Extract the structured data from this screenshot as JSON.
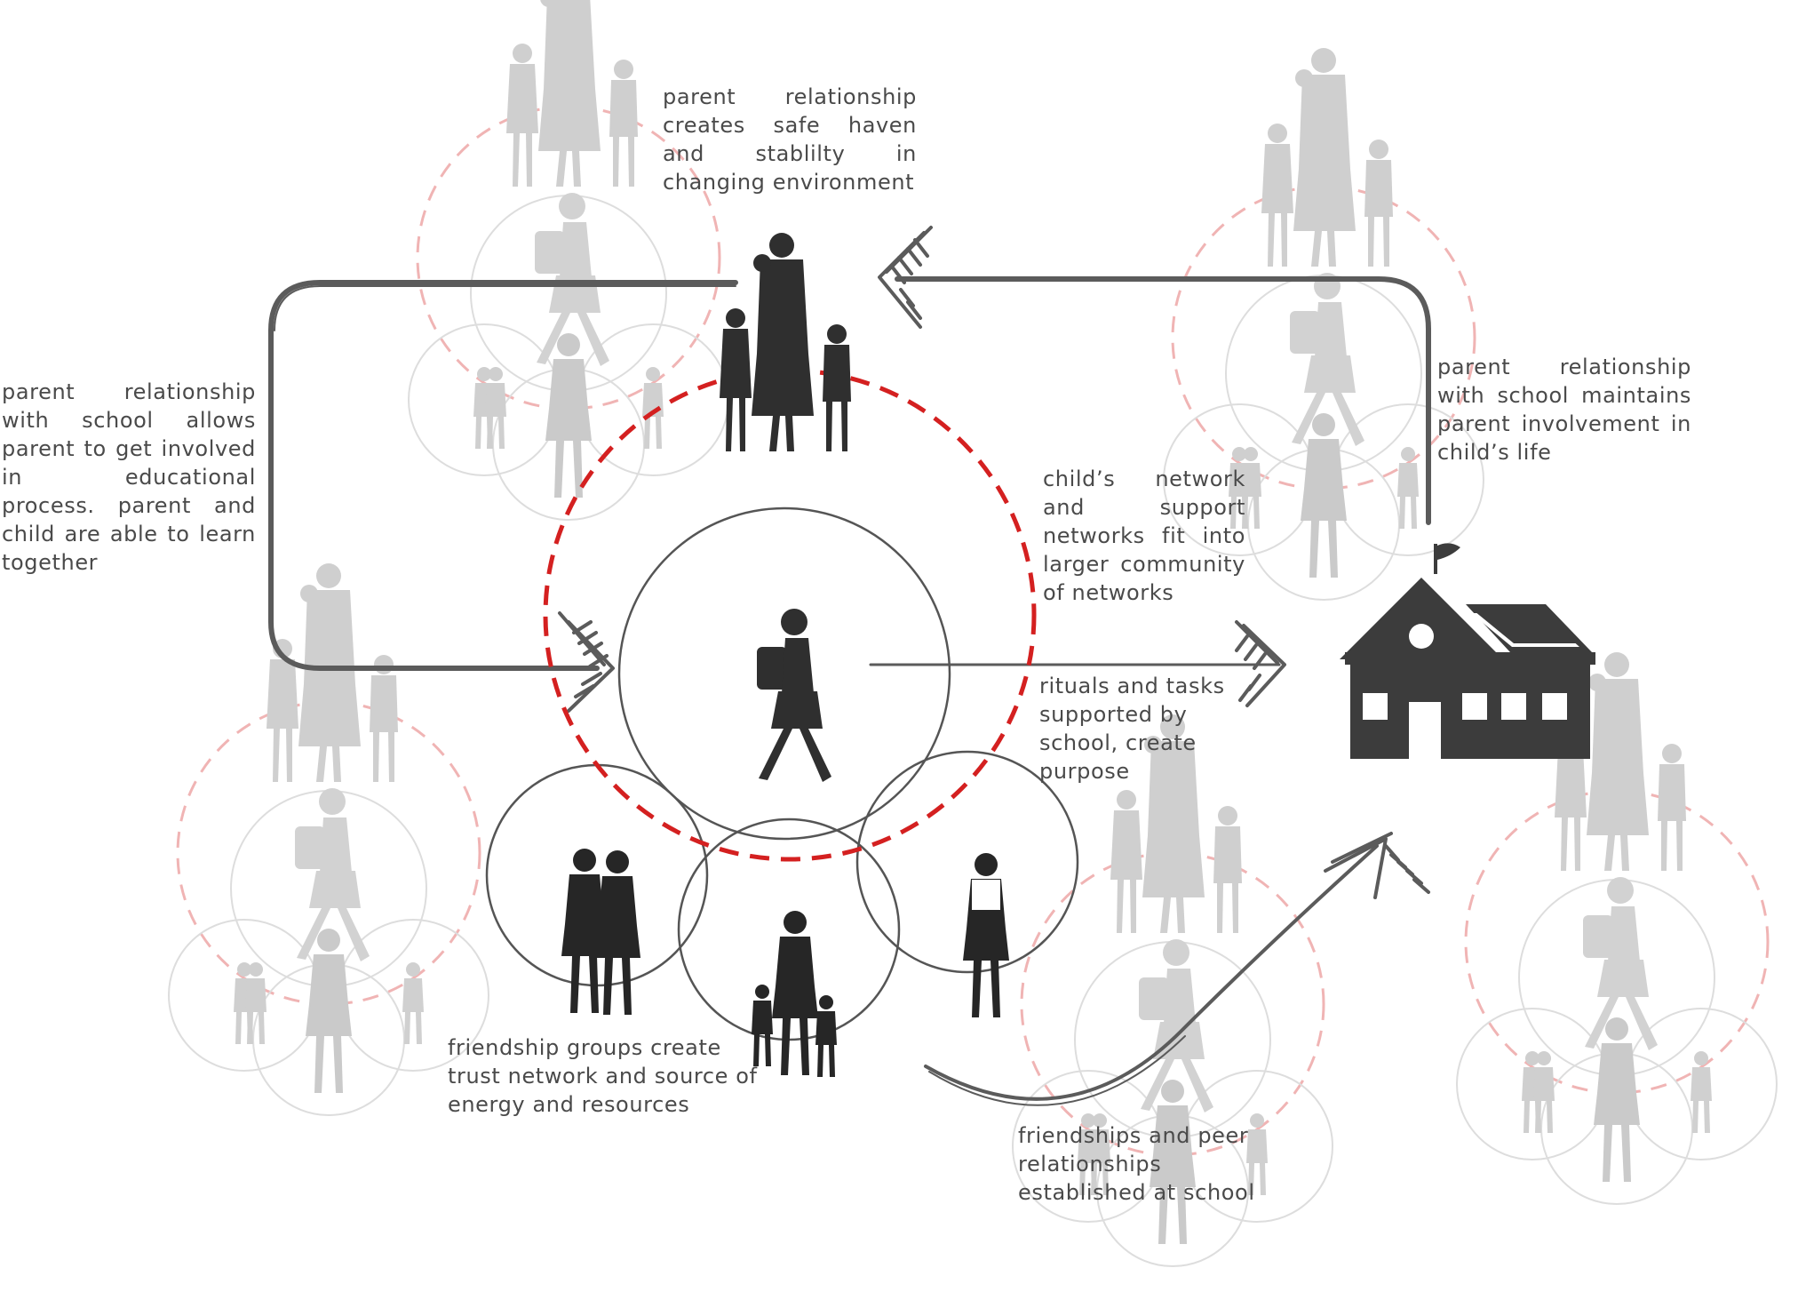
{
  "captions": {
    "parent_safe_haven": "parent relationship creates safe haven and stablilty in changing environment",
    "parent_school_learn": "parent relationship with school allows parent to get involved in educational process. parent and child are able to learn together",
    "parent_school_maintains": "parent relationship with school maintains parent involvement in child’s life",
    "child_network": "child’s network and support networks fit into larger community of networks",
    "rituals": "rituals and tasks supported by school, create purpose",
    "friendship_groups": "friendship groups create trust network and source of energy and resources",
    "peer_relationships": "friendships and peer relationships established at school"
  },
  "icons": {
    "school": "school-building-icon",
    "child": "child-with-backpack-figure",
    "family": "mother-and-children-figure",
    "friends": "friends-walking-figure"
  },
  "colors": {
    "focus_ring": "#d42020",
    "faded_ring": "#f0b4b4",
    "network_ring": "#555555",
    "arrow": "#5b5b5b",
    "silhouette": "#2f2f2f",
    "faded_silhouette": "#c9c9c9",
    "text": "#4a4a4a"
  }
}
